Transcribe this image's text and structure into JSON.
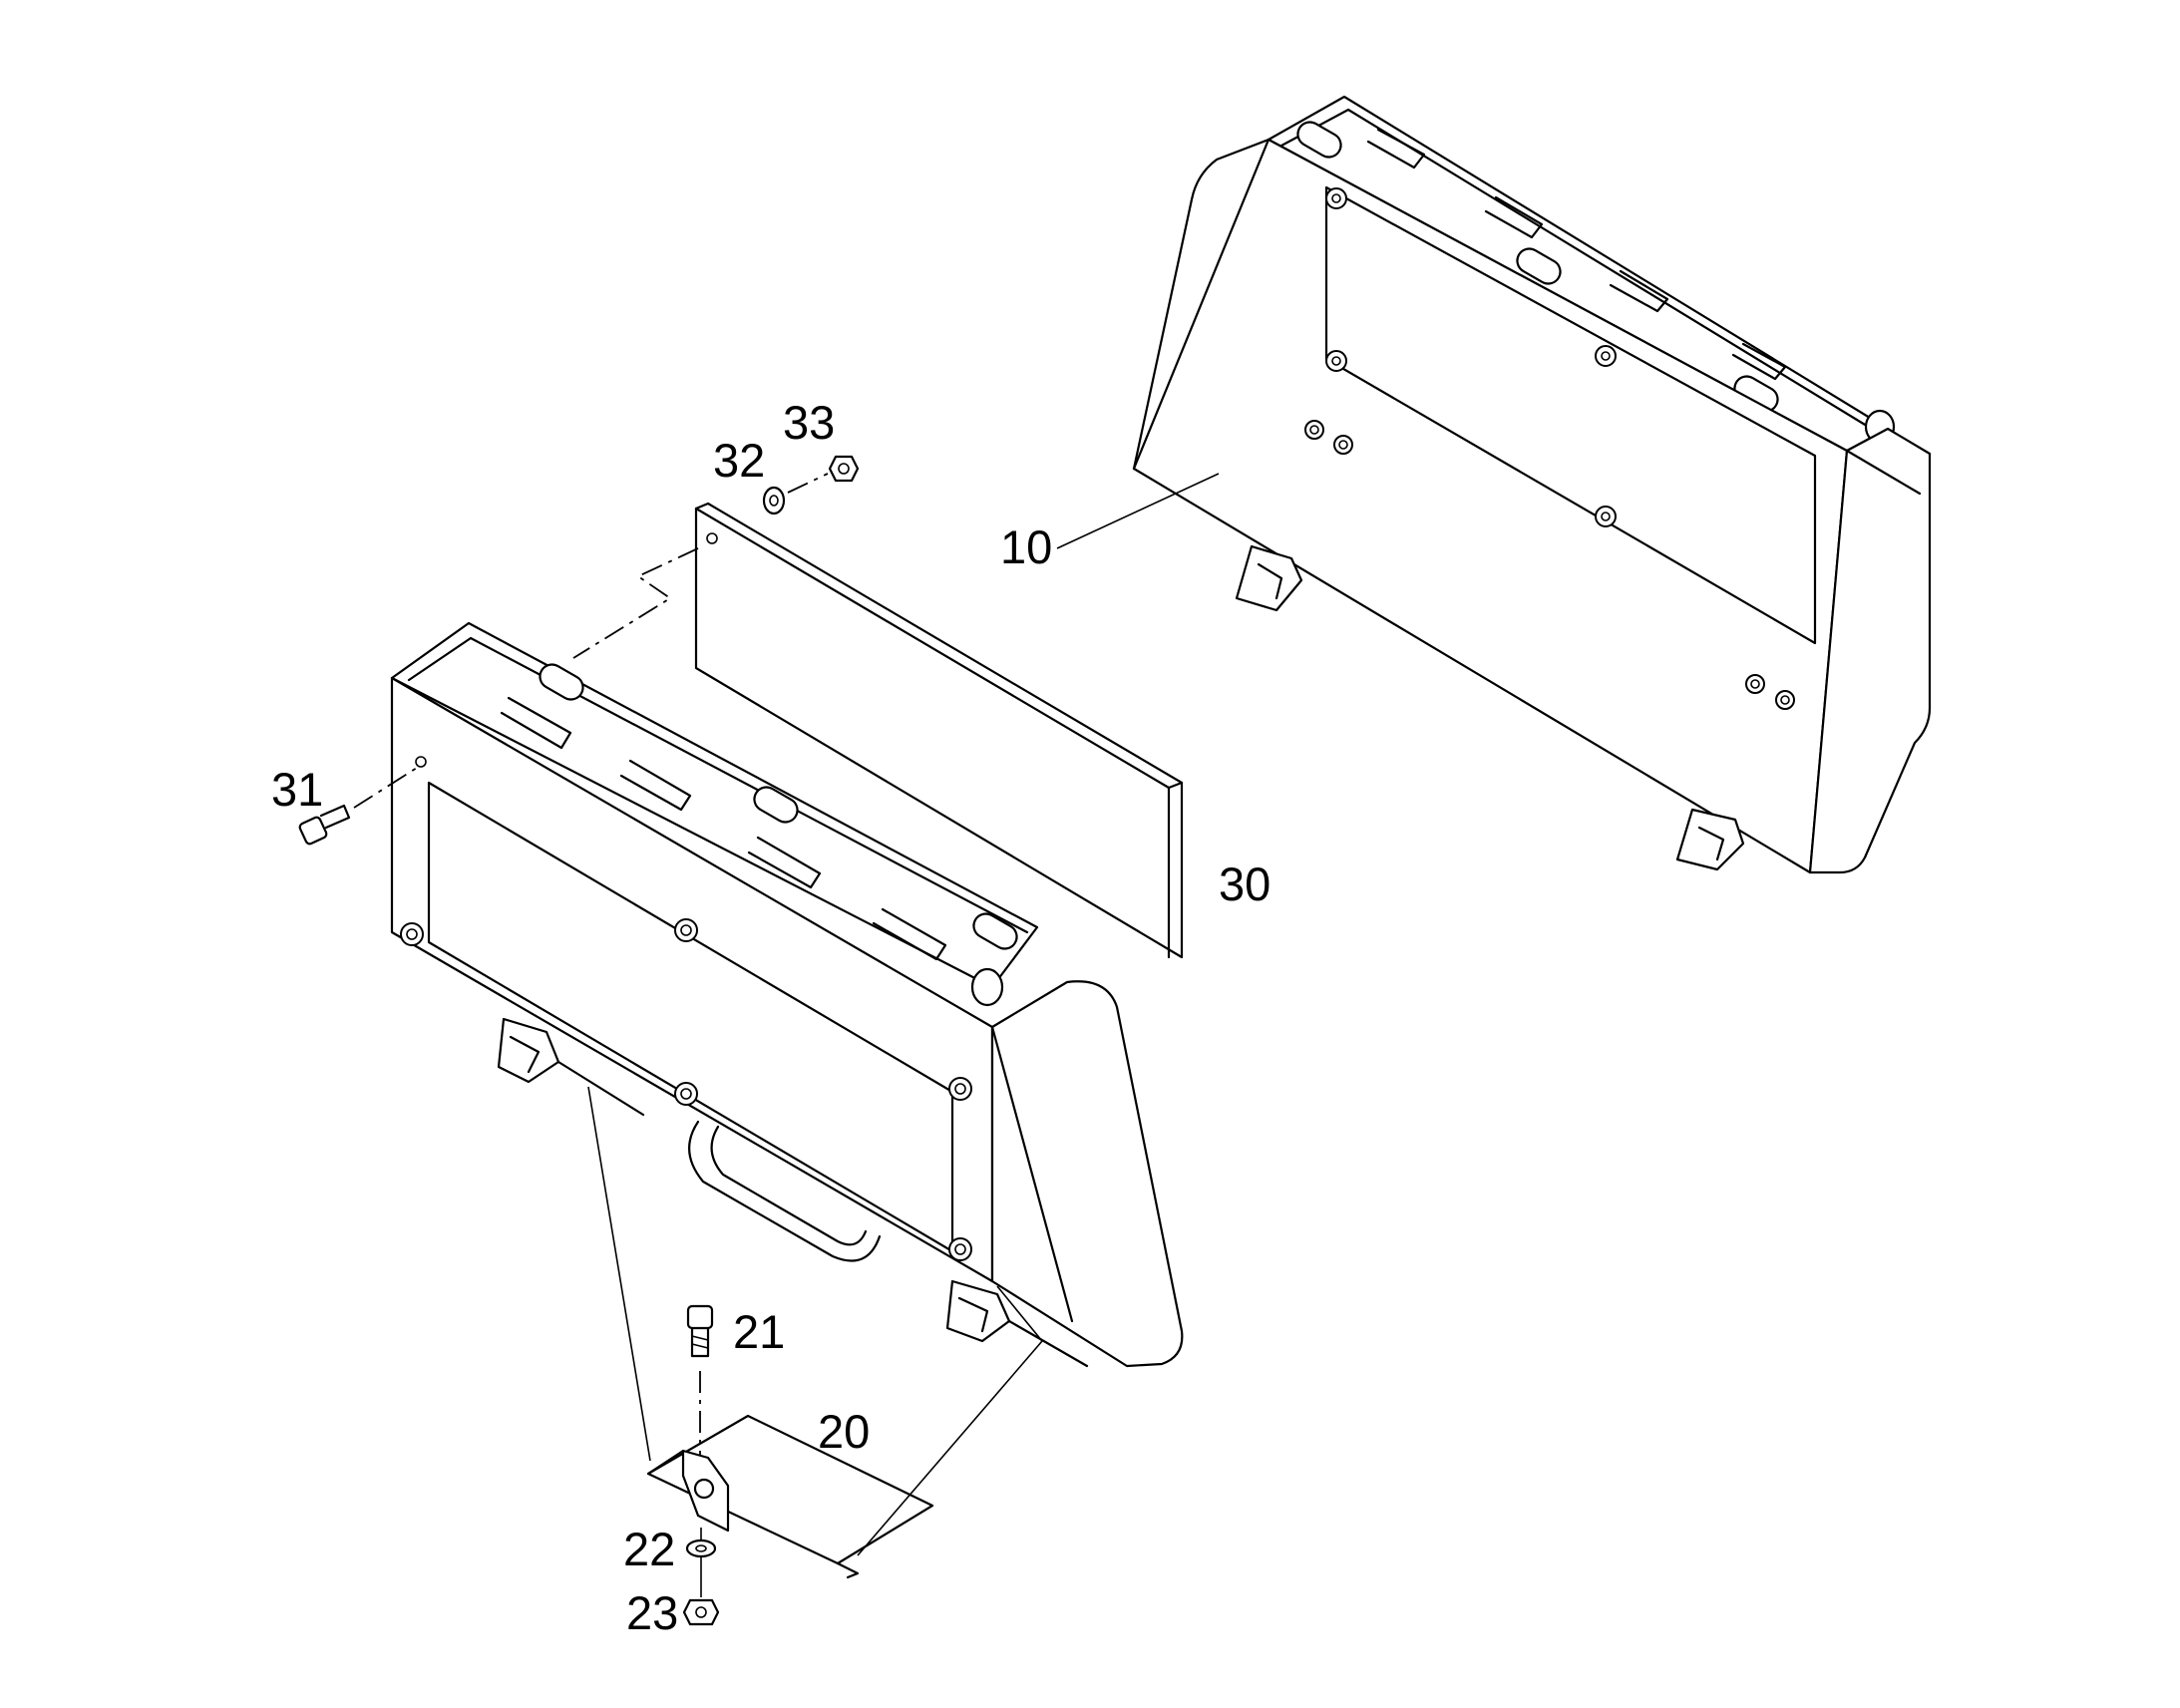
{
  "callouts": {
    "c10": "10",
    "c20": "20",
    "c21": "21",
    "c22": "22",
    "c23": "23",
    "c30": "30",
    "c31": "31",
    "c32": "32",
    "c33": "33"
  },
  "colors": {
    "line": "#000000",
    "background": "#ffffff"
  }
}
